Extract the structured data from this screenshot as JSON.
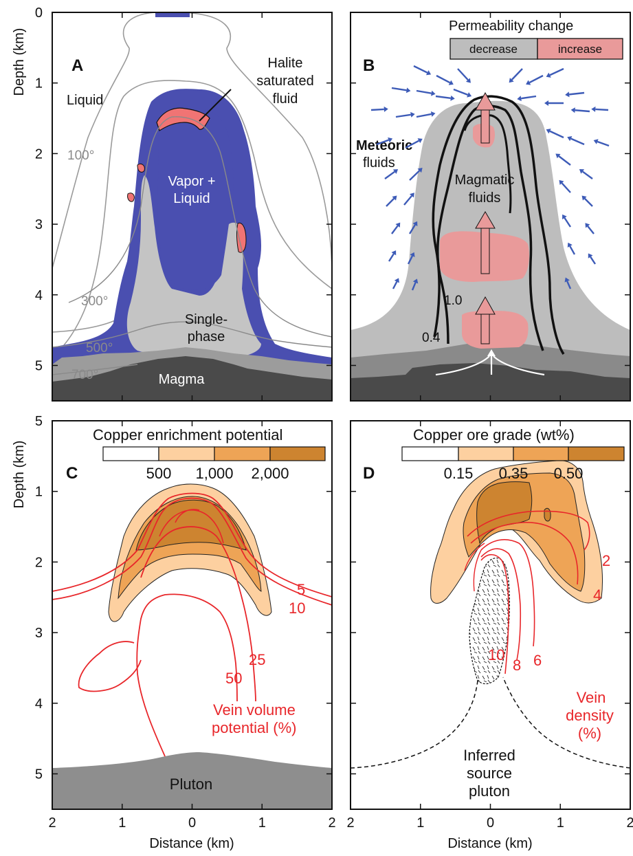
{
  "axes": {
    "ylabel": "Depth (km)",
    "xlabel": "Distance (km)",
    "depth_ticks_top": [
      "0",
      "1",
      "2",
      "3",
      "4",
      "5"
    ],
    "depth_ticks_bottom": [
      "5",
      "1",
      "2",
      "3",
      "4",
      "5"
    ],
    "dist_ticks_left": [
      "2",
      "1",
      "0",
      "1",
      "2"
    ],
    "dist_ticks_right": [
      "2",
      "1",
      "0",
      "1",
      "2"
    ]
  },
  "panelA": {
    "letter": "A",
    "liquid": "Liquid",
    "halite_1": "Halite",
    "halite_2": "saturated",
    "halite_3": "fluid",
    "vapor_1": "Vapor +",
    "vapor_2": "Liquid",
    "t100": "100°",
    "t300": "300°",
    "t500": "500°",
    "t700": "700°",
    "single_1": "Single-",
    "single_2": "phase",
    "magma": "Magma"
  },
  "panelB": {
    "letter": "B",
    "perm_title": "Permeability change",
    "perm_decrease": "decrease",
    "perm_increase": "increase",
    "meteoric_1": "Meteoric",
    "meteoric_2": "fluids",
    "magmatic_1": "Magmatic",
    "magmatic_2": "fluids",
    "c10": "1.0",
    "c04": "0.4"
  },
  "panelC": {
    "letter": "C",
    "legend_title": "Copper enrichment potential",
    "legend_ticks": [
      "500",
      "1,000",
      "2,000"
    ],
    "v5": "5",
    "v10": "10",
    "v25": "25",
    "v50": "50",
    "vein_1": "Vein volume",
    "vein_2": "potential (%)",
    "pluton": "Pluton"
  },
  "panelD": {
    "letter": "D",
    "legend_title": "Copper ore grade (wt%)",
    "legend_ticks": [
      "0.15",
      "0.35",
      "0.50"
    ],
    "d2": "2",
    "d4": "4",
    "d6": "6",
    "d8": "8",
    "d10": "10",
    "vein_1": "Vein",
    "vein_2": "density",
    "vein_3": "(%)",
    "pluton_1": "Inferred",
    "pluton_2": "source",
    "pluton_3": "pluton"
  },
  "colors": {
    "vapor_blue": "#4a4fb0",
    "halite_red": "#f07474",
    "single_phase_gray": "#c4c4c4",
    "magma_dark": "#4a4a4a",
    "arrow_blue": "#3d5bb7",
    "perm_gray": "#bdbdbd",
    "perm_pink": "#e99a9a",
    "ore_light": "#fdd0a0",
    "ore_mid": "#eea456",
    "ore_dark": "#cd8430",
    "vein_red": "#e8262a",
    "pluton_gray": "#8e8e8e"
  }
}
